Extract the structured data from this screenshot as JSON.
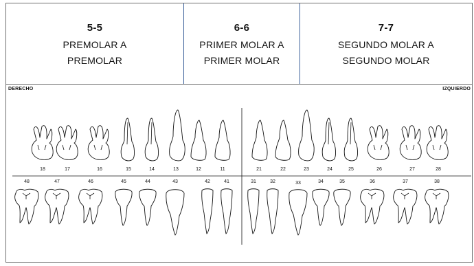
{
  "header": {
    "columns": [
      {
        "code": "5-5",
        "line1": "PREMOLAR A",
        "line2": "PREMOLAR"
      },
      {
        "code": "6-6",
        "line1": "PRIMER MOLAR A",
        "line2": "PRIMER MOLAR"
      },
      {
        "code": "7-7",
        "line1": "SEGUNDO MOLAR A",
        "line2": "SEGUNDO MOLAR"
      }
    ]
  },
  "sides": {
    "right": "DERECHO",
    "left": "IZQUIERDO"
  },
  "upper_teeth": [
    {
      "number": "18",
      "type": "molar"
    },
    {
      "number": "17",
      "type": "molar"
    },
    {
      "number": "16",
      "type": "molar"
    },
    {
      "number": "15",
      "type": "premolar"
    },
    {
      "number": "14",
      "type": "premolar"
    },
    {
      "number": "13",
      "type": "canine"
    },
    {
      "number": "12",
      "type": "incisor"
    },
    {
      "number": "11",
      "type": "incisor"
    },
    {
      "number": "21",
      "type": "incisor"
    },
    {
      "number": "22",
      "type": "incisor"
    },
    {
      "number": "23",
      "type": "canine"
    },
    {
      "number": "24",
      "type": "premolar"
    },
    {
      "number": "25",
      "type": "premolar"
    },
    {
      "number": "26",
      "type": "molar"
    },
    {
      "number": "27",
      "type": "molar"
    },
    {
      "number": "28",
      "type": "molar"
    }
  ],
  "lower_teeth": [
    {
      "number": "48",
      "type": "molar"
    },
    {
      "number": "47",
      "type": "molar"
    },
    {
      "number": "46",
      "type": "molar"
    },
    {
      "number": "45",
      "type": "premolar"
    },
    {
      "number": "44",
      "type": "premolar"
    },
    {
      "number": "43",
      "type": "canine"
    },
    {
      "number": "42",
      "type": "incisor"
    },
    {
      "number": "41",
      "type": "incisor"
    },
    {
      "number": "31",
      "type": "incisor"
    },
    {
      "number": "32",
      "type": "incisor"
    },
    {
      "number": "33",
      "type": "canine"
    },
    {
      "number": "34",
      "type": "premolar"
    },
    {
      "number": "35",
      "type": "premolar"
    },
    {
      "number": "36",
      "type": "molar"
    },
    {
      "number": "37",
      "type": "molar"
    },
    {
      "number": "38",
      "type": "molar"
    }
  ]
}
